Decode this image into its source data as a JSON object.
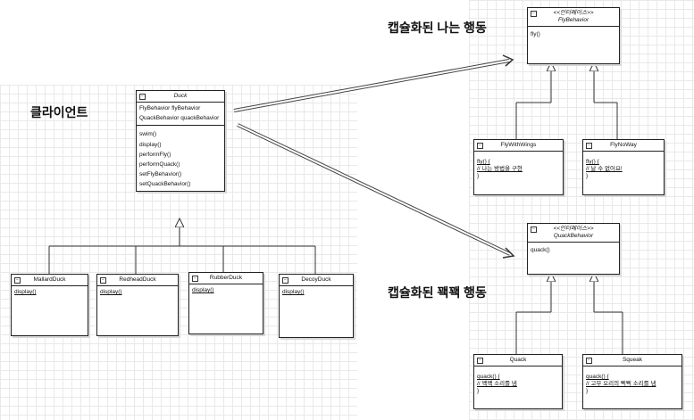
{
  "labels": {
    "client": "클라이언트",
    "fly_group": "캡슐화된 나는 행동",
    "quack_group": "캡슐화된 꽥꽥 행동"
  },
  "duck": {
    "name": "Duck",
    "attributes": [
      "FlyBehavior flyBehavior",
      "QuackBehavior quackBehavior"
    ],
    "methods": [
      "swim()",
      "display()",
      "performFly()",
      "performQuack()",
      "setFlyBehavior()",
      "setQuackBehavior()"
    ]
  },
  "subclasses": [
    {
      "name": "MallardDuck",
      "method": "display()"
    },
    {
      "name": "RedheadDuck",
      "method": "display()"
    },
    {
      "name": "RubberDuck",
      "method": "display()"
    },
    {
      "name": "DecoyDuck",
      "method": "display()"
    }
  ],
  "fly_behavior": {
    "stereotype": "<<인터페이스>>",
    "name": "FlyBehavior",
    "methods": [
      "fly()"
    ]
  },
  "fly_impls": [
    {
      "name": "FlyWithWings",
      "lines": [
        "fly() {",
        "// 나는 방법을 구현",
        "}"
      ]
    },
    {
      "name": "FlyNoWay",
      "lines": [
        "fly() {",
        "// 날 수 없어요!",
        "}"
      ]
    }
  ],
  "quack_behavior": {
    "stereotype": "<<인터페이스>>",
    "name": "QuackBehavior",
    "methods": [
      "quack()"
    ]
  },
  "quack_impls": [
    {
      "name": "Quack",
      "lines": [
        "quack() {",
        "// 꽥꽥 소리를 냄",
        "}"
      ]
    },
    {
      "name": "Squeak",
      "lines": [
        "quack() {",
        "// 고무 오리의 삑삑 소리를 냄",
        "}"
      ]
    }
  ]
}
